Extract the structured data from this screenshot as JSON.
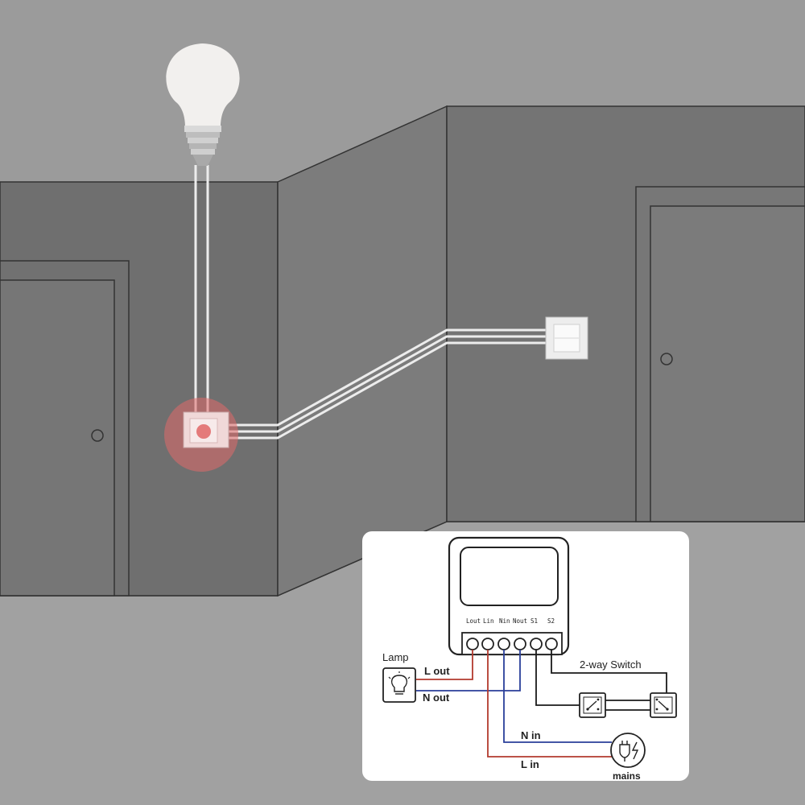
{
  "diagram": {
    "terminal_labels": [
      "Lout",
      "Lin",
      "Nin",
      "Nout",
      "S1",
      "S2"
    ],
    "lamp_label": "Lamp",
    "l_out_label": "L out",
    "n_out_label": "N out",
    "switch_label": "2-way Switch",
    "n_in_label": "N in",
    "l_in_label": "L in",
    "mains_label": "mains"
  },
  "colors": {
    "live_wire": "#b23a2e",
    "neutral_wire": "#2a3f9a",
    "switch_wire": "#1a1a1a",
    "module_highlight": "#e06a6a"
  },
  "icons": [
    "light-bulb-icon",
    "lamp-icon",
    "mains-plug-icon",
    "wall-switch-icon"
  ]
}
